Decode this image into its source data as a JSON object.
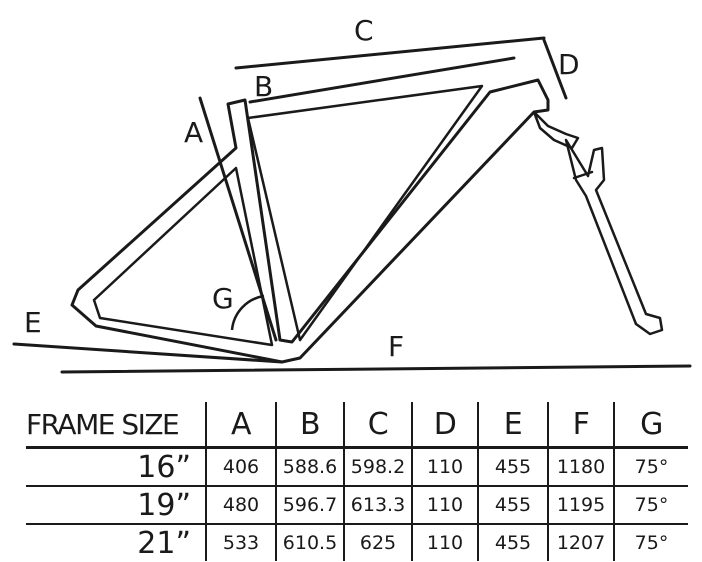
{
  "diagram": {
    "labels": {
      "A": "A",
      "B": "B",
      "C": "C",
      "D": "D",
      "E": "E",
      "F": "F",
      "G": "G"
    }
  },
  "table": {
    "headers": [
      "FRAME SIZE",
      "A",
      "B",
      "C",
      "D",
      "E",
      "F",
      "G"
    ],
    "rows": [
      [
        "16”",
        "406",
        "588.6",
        "598.2",
        "110",
        "455",
        "1180",
        "75°"
      ],
      [
        "19”",
        "480",
        "596.7",
        "613.3",
        "110",
        "455",
        "1195",
        "75°"
      ],
      [
        "21”",
        "533",
        "610.5",
        "625",
        "110",
        "455",
        "1207",
        "75°"
      ]
    ]
  }
}
